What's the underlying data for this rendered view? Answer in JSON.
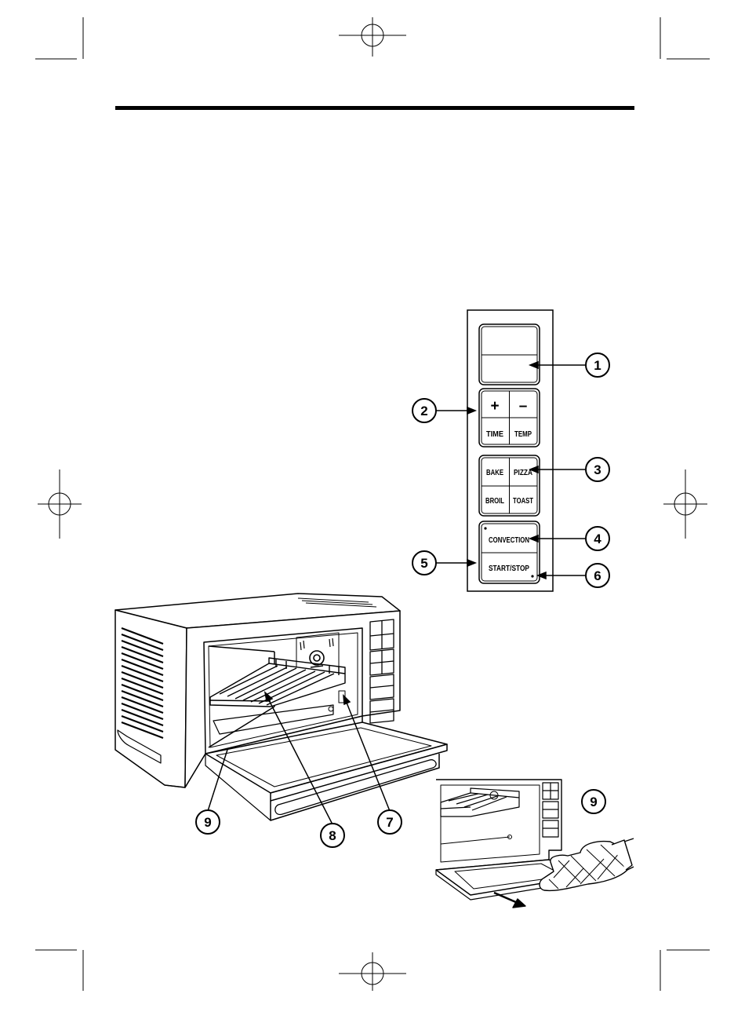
{
  "colors": {
    "ink": "#000000",
    "paper": "#ffffff"
  },
  "control_panel": {
    "buttons": {
      "time_plus": "+",
      "temp_minus": "–",
      "time": "TIME",
      "temp": "TEMP",
      "bake": "BAKE",
      "pizza": "PIZZA",
      "broil": "BROIL",
      "toast": "TOAST",
      "convection": "CONVECTION",
      "start_stop": "START/STOP"
    }
  },
  "callouts": {
    "c1": "1",
    "c2": "2",
    "c3": "3",
    "c4": "4",
    "c5": "5",
    "c6": "6",
    "c7": "7",
    "c8": "8",
    "c9": "9",
    "c9_inset": "9"
  }
}
